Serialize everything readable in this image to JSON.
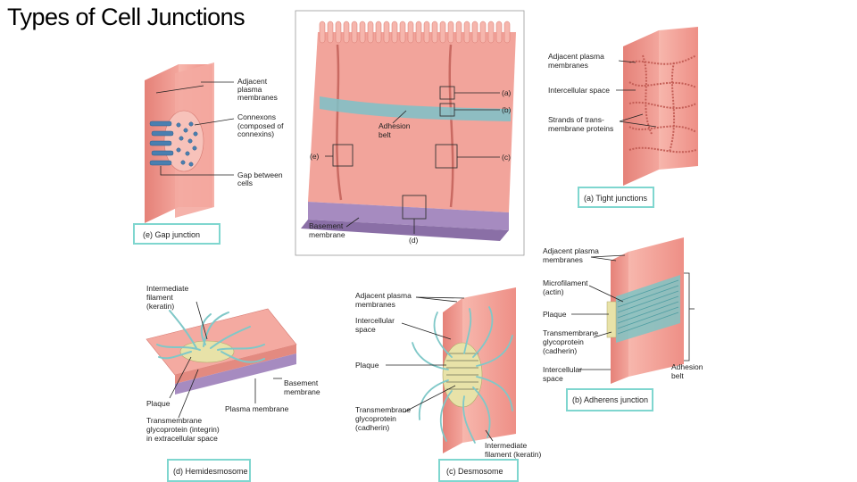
{
  "slide": {
    "title": "Types of Cell Junctions"
  },
  "center": {
    "adhesion_belt": [
      "Adhesion",
      "belt"
    ],
    "basement_membrane": [
      "Basement",
      "membrane"
    ],
    "markers": {
      "a": "(a)",
      "b": "(b)",
      "c": "(c)",
      "d": "(d)",
      "e": "(e)"
    }
  },
  "gap": {
    "adjacent": [
      "Adjacent",
      "plasma",
      "membranes"
    ],
    "connexons": [
      "Connexons",
      "(composed of",
      "connexins)"
    ],
    "gap_between": [
      "Gap between",
      "cells"
    ],
    "caption": "(e) Gap junction"
  },
  "tight": {
    "adjacent": [
      "Adjacent plasma",
      "membranes"
    ],
    "intercellular": "Intercellular space",
    "strands": [
      "Strands of trans-",
      "membrane proteins"
    ],
    "caption": "(a) Tight junctions"
  },
  "adherens": {
    "adjacent": [
      "Adjacent plasma",
      "membranes"
    ],
    "microfilament": [
      "Microfilament",
      "(actin)"
    ],
    "plaque": "Plaque",
    "transmembrane": [
      "Transmembrane",
      "glycoprotein",
      "(cadherin)"
    ],
    "intercellular": [
      "Intercellular",
      "space"
    ],
    "belt": [
      "Adhesion",
      "belt"
    ],
    "caption": "(b) Adherens junction"
  },
  "hemi": {
    "filament": [
      "Intermediate",
      "filament",
      "(keratin)"
    ],
    "basement": [
      "Basement",
      "membrane"
    ],
    "plaque": "Plaque",
    "plasma": "Plasma membrane",
    "transmembrane": [
      "Transmembrane",
      "glycoprotein (integrin)",
      "in extracellular space"
    ],
    "caption": "(d) Hemidesmosome"
  },
  "desmo": {
    "adjacent": [
      "Adjacent plasma",
      "membranes"
    ],
    "intercellular": [
      "Intercellular",
      "space"
    ],
    "plaque": "Plaque",
    "transmembrane": [
      "Transmembrane",
      "glycoprotein",
      "(cadherin)"
    ],
    "filament": [
      "Intermediate",
      "filament (keratin)"
    ],
    "caption": "(c) Desmosome"
  }
}
